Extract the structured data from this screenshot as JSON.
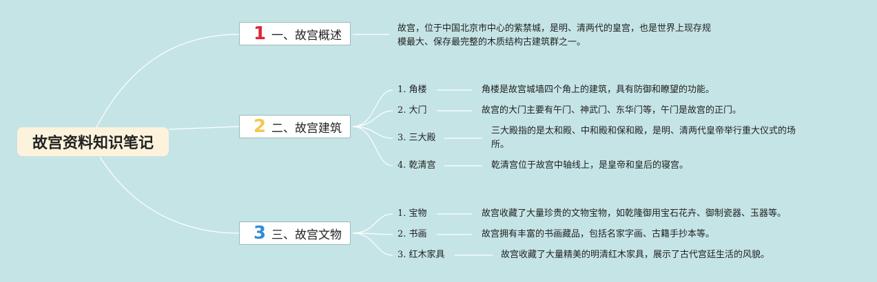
{
  "root": {
    "title": "故宫资料知识笔记"
  },
  "branches": [
    {
      "number": "1",
      "color": "#e0263b",
      "label": "一、故宫概述",
      "desc_lines": [
        "故宫，位于中国北京市中心的紫禁城，是明、清两代的皇宫，也是世界上现存规",
        "模最大、保存最完整的木质结构古建筑群之一。"
      ]
    },
    {
      "number": "2",
      "color": "#f2c94c",
      "label": "二、故宫建筑",
      "items": [
        {
          "label": "1. 角楼",
          "desc": "角楼是故宫城墙四个角上的建筑，具有防御和瞭望的功能。"
        },
        {
          "label": "2. 大门",
          "desc": "故宫的大门主要有午门、神武门、东华门等，午门是故宫的正门。"
        },
        {
          "label": "3. 三大殿",
          "desc_lines": [
            "三大殿指的是太和殿、中和殿和保和殿，是明、清两代皇帝举行重大仪式的场",
            "所。"
          ]
        },
        {
          "label": "4. 乾清宫",
          "desc": "乾清宫位于故宫中轴线上，是皇帝和皇后的寝宫。"
        }
      ]
    },
    {
      "number": "3",
      "color": "#2e8fd6",
      "label": "三、故宫文物",
      "items": [
        {
          "label": "1. 宝物",
          "desc": "故宫收藏了大量珍贵的文物宝物，如乾隆御用宝石花卉、御制瓷器、玉器等。"
        },
        {
          "label": "2. 书画",
          "desc": "故宫拥有丰富的书画藏品，包括名家字画、古籍手抄本等。"
        },
        {
          "label": "3. 红木家具",
          "desc": "故宫收藏了大量精美的明清红木家具，展示了古代宫廷生活的风貌。"
        }
      ]
    }
  ]
}
